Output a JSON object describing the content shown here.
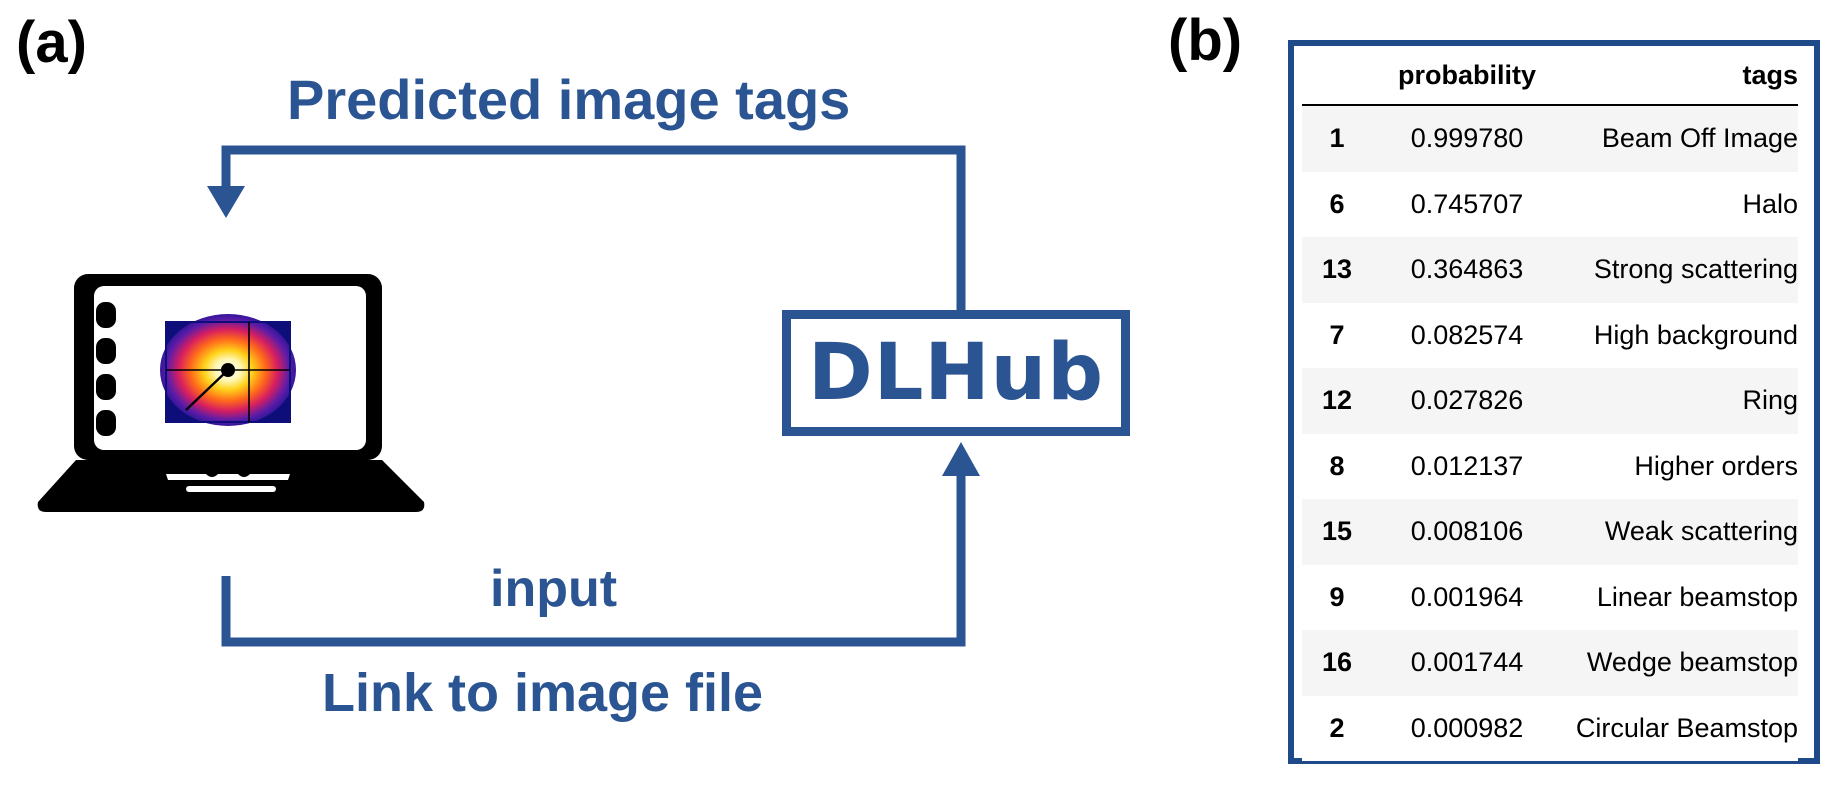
{
  "panel_a": {
    "label": "(a)",
    "predicted_tags_label": "Predicted image tags",
    "input_label": "input",
    "link_label": "Link to image file",
    "dlhub_label": "DLHub",
    "arrow_color": "#2b5592"
  },
  "panel_b": {
    "label": "(b)",
    "table": {
      "columns": [
        "",
        "probability",
        "tags"
      ],
      "rows": [
        {
          "index": "1",
          "probability": "0.999780",
          "tag": "Beam Off Image"
        },
        {
          "index": "6",
          "probability": "0.745707",
          "tag": "Halo"
        },
        {
          "index": "13",
          "probability": "0.364863",
          "tag": "Strong scattering"
        },
        {
          "index": "7",
          "probability": "0.082574",
          "tag": "High background"
        },
        {
          "index": "12",
          "probability": "0.027826",
          "tag": "Ring"
        },
        {
          "index": "8",
          "probability": "0.012137",
          "tag": "Higher orders"
        },
        {
          "index": "15",
          "probability": "0.008106",
          "tag": "Weak scattering"
        },
        {
          "index": "9",
          "probability": "0.001964",
          "tag": "Linear beamstop"
        },
        {
          "index": "16",
          "probability": "0.001744",
          "tag": "Wedge beamstop"
        },
        {
          "index": "2",
          "probability": "0.000982",
          "tag": "Circular Beamstop"
        }
      ],
      "frame_color": "#1f4a8a"
    }
  }
}
